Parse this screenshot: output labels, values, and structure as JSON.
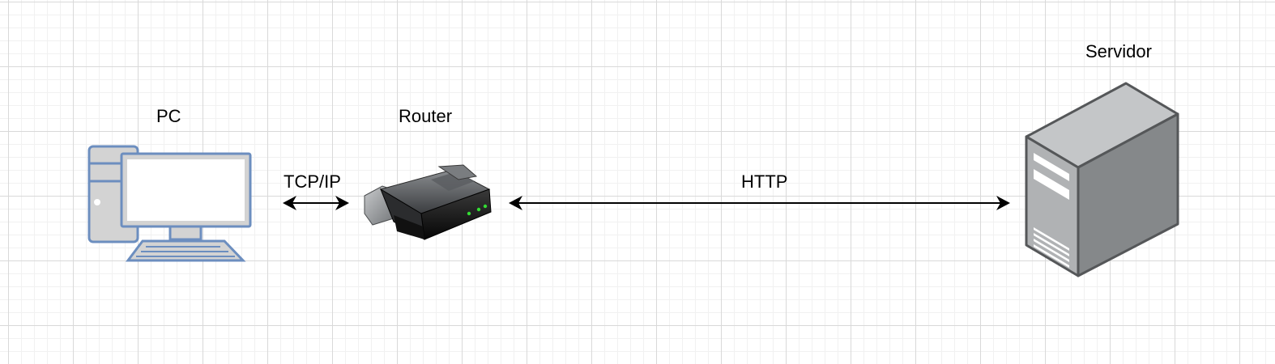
{
  "nodes": {
    "pc": {
      "label": "PC"
    },
    "router": {
      "label": "Router"
    },
    "server": {
      "label": "Servidor"
    }
  },
  "connections": {
    "pc_router": {
      "label": "TCP/IP"
    },
    "router_server": {
      "label": "HTTP"
    }
  },
  "colors": {
    "pc_stroke": "#6c8ebf",
    "pc_fill": "#d3d3d3",
    "router_dark": "#1a1a1a",
    "router_led": "#33dd33",
    "server_front": "#b0b2b4",
    "server_side": "#85888a",
    "arrow": "#000000"
  }
}
